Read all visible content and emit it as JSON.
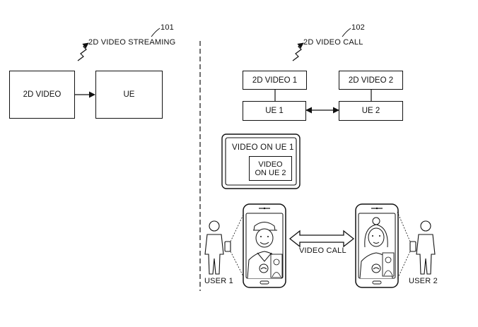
{
  "left": {
    "ref": "101",
    "title": "2D VIDEO STREAMING",
    "source_box": "2D VIDEO",
    "target_box": "UE"
  },
  "right": {
    "ref": "102",
    "title": "2D VIDEO CALL",
    "video1": "2D VIDEO 1",
    "video2": "2D VIDEO 2",
    "ue1": "UE 1",
    "ue2": "UE 2",
    "screen_main": "VIDEO ON UE 1",
    "screen_pip": "VIDEO ON UE 2",
    "call_label": "VIDEO CALL",
    "user1": "USER 1",
    "user2": "USER 2"
  }
}
